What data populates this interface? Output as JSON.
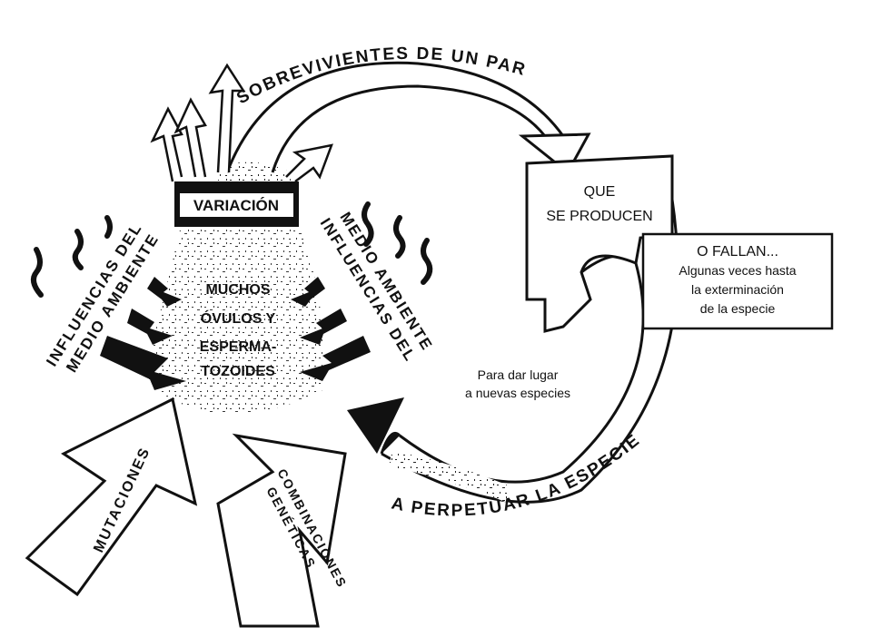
{
  "labels": {
    "arc_top": "SOBREVIVIENTES DE UN PAR",
    "arc_bottom": "A PERPETUAR LA ESPECIE",
    "variation": "VARIACIÓN",
    "que": "QUE",
    "se_producen": "SE PRODUCEN",
    "fallan_title": "O FALLAN...",
    "fallan_line1": "Algunas veces hasta",
    "fallan_line2": "la exterminación",
    "fallan_line3": "de la especie",
    "para_line1": "Para dar lugar",
    "para_line2": "a nuevas especies",
    "influence_left_1": "INFLUENCIAS DEL",
    "influence_left_2": "MEDIO AMBIENTE",
    "influence_right_1": "INFLUENCIAS DEL",
    "influence_right_2": "MEDIO AMBIENTE",
    "center_1": "MUCHOS",
    "center_2": "ÓVULOS Y",
    "center_3": "ESPERMA-",
    "center_4": "TOZOIDES",
    "mutations": "MUTACIONES",
    "combinations_1": "COMBINACIONES",
    "combinations_2": "GENÉTICAS"
  },
  "colors": {
    "ink": "#111111",
    "paper": "#ffffff"
  }
}
